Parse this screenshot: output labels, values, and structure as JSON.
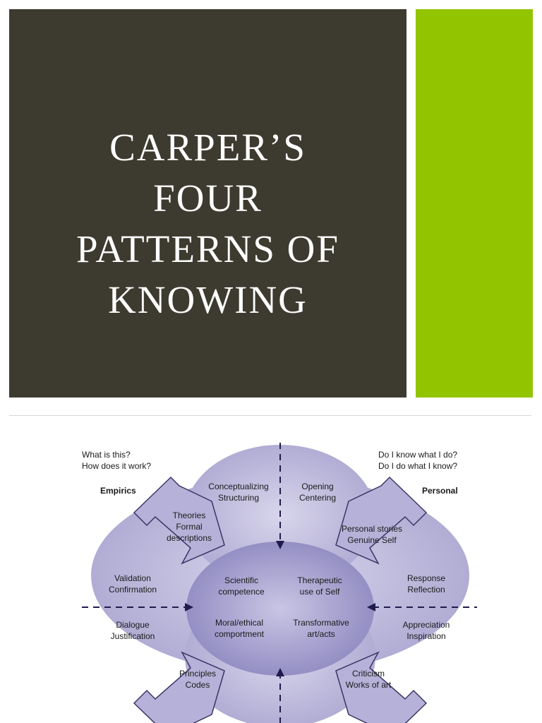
{
  "slide": {
    "title_lines": [
      "CARPER’S",
      "FOUR",
      "PATTERNS OF",
      "KNOWING"
    ]
  },
  "colors": {
    "title_panel": "#3d3b2f",
    "accent_panel": "#93c400",
    "title_text": "#ffffff",
    "diagram_outer": "#a9a4cf",
    "diagram_inner": "#8a84bd",
    "diagram_arrow": "#b6b1d8"
  },
  "diagram": {
    "empirics": {
      "label": "Empirics",
      "question_1": "What is this?",
      "question_2": "How does it work?",
      "arrow_1": "Theories",
      "arrow_2": "Formal",
      "arrow_3": "descriptions",
      "outer_1": "Conceptualizing",
      "outer_2": "Structuring",
      "side_1": "Validation",
      "side_2": "Confirmation",
      "core_1": "Scientific",
      "core_2": "competence"
    },
    "personal": {
      "label": "Personal",
      "question_1": "Do I know what I do?",
      "question_2": "Do I do what I know?",
      "arrow_1": "Personal stories",
      "arrow_2": "Genuine Self",
      "outer_1": "Opening",
      "outer_2": "Centering",
      "side_1": "Response",
      "side_2": "Reflection",
      "core_1": "Therapeutic",
      "core_2": "use of Self"
    },
    "ethics": {
      "arrow_1": "Principles",
      "arrow_2": "Codes",
      "side_1": "Dialogue",
      "side_2": "Justification",
      "core_1": "Moral/ethical",
      "core_2": "comportment"
    },
    "aesthetics": {
      "arrow_1": "Criticism",
      "arrow_2": "Works of art",
      "side_1": "Appreciation",
      "side_2": "Inspiration",
      "core_1": "Transformative",
      "core_2": "art/acts"
    }
  }
}
